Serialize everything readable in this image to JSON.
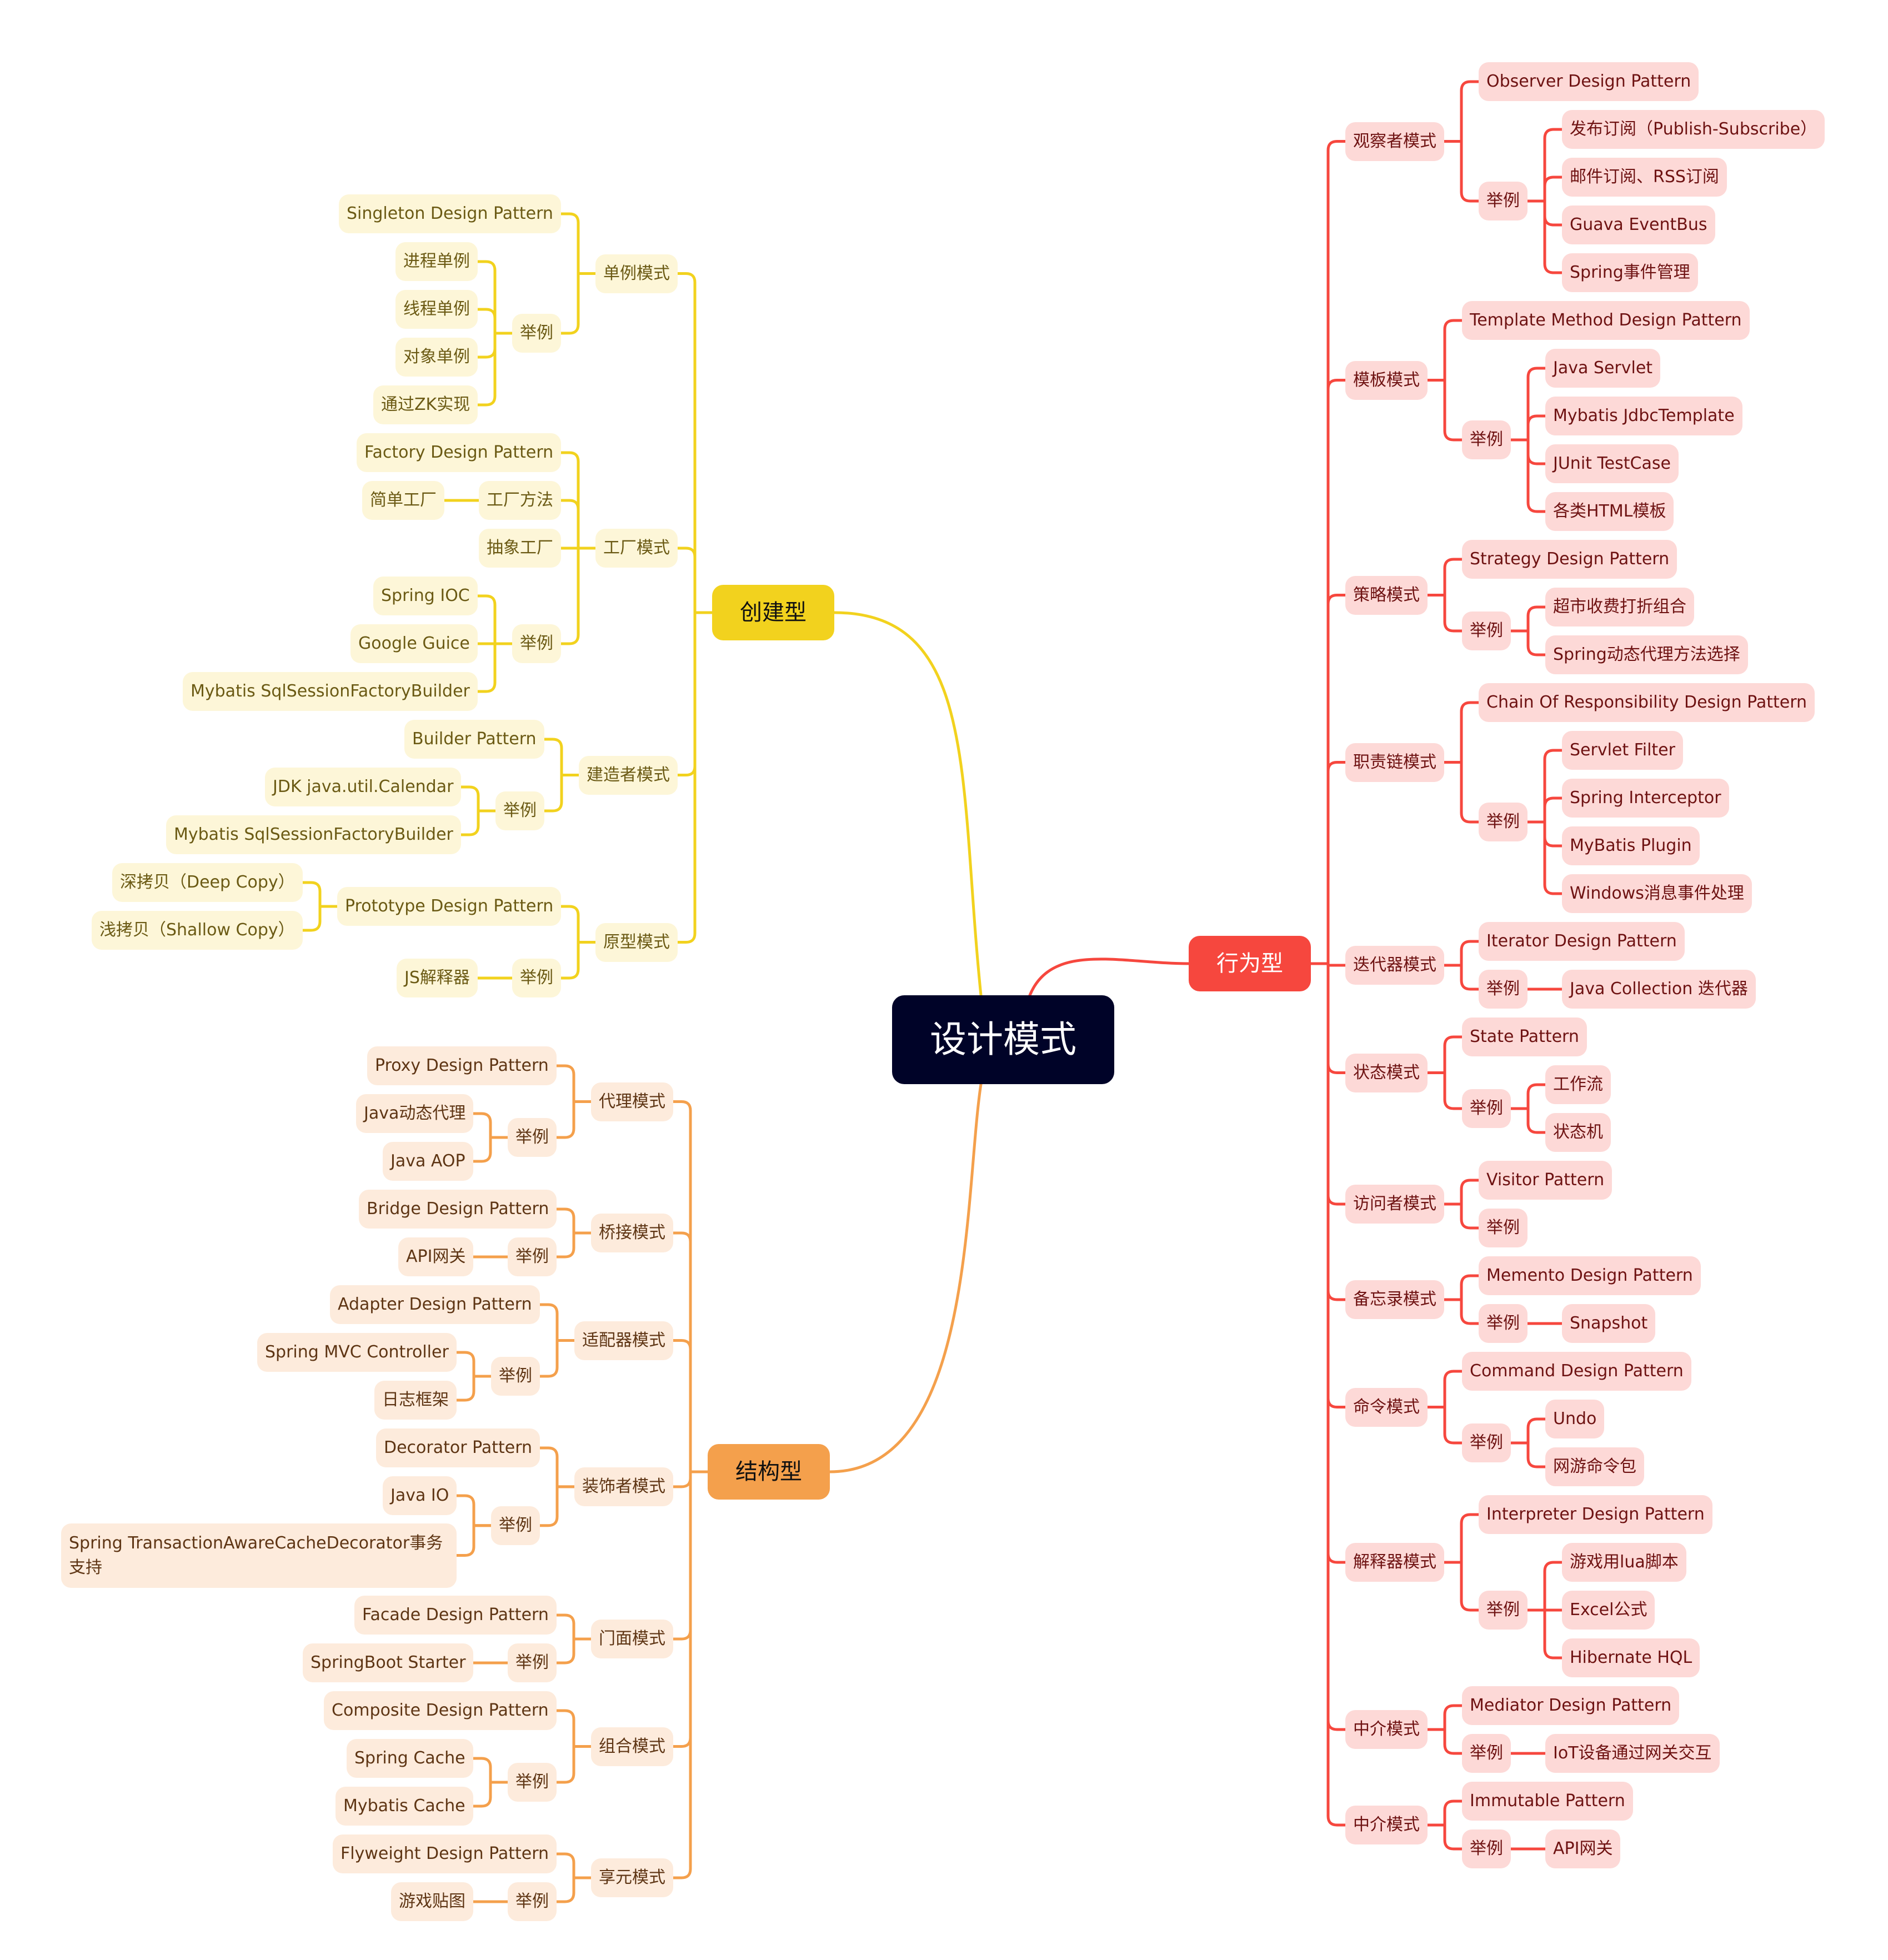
{
  "title": "设计模式",
  "theme": {
    "root_bg": "#000328",
    "creational": {
      "line": "#F2D21E",
      "cat_bg": "#F2D21E",
      "node_bg": "#FDF6D8",
      "text": "#6B5A14"
    },
    "structural": {
      "line": "#F4A04C",
      "cat_bg": "#F4A04C",
      "node_bg": "#FDEBDC",
      "text": "#5E3514"
    },
    "behavioral": {
      "line": "#F6473E",
      "cat_bg": "#F6473E",
      "node_bg": "#FDD9D7",
      "text": "#6E1212"
    }
  },
  "categories": [
    {
      "id": "creational",
      "label": "创建型",
      "side": "left",
      "children": [
        {
          "label": "单例模式",
          "children": [
            {
              "label": "Singleton Design Pattern"
            },
            {
              "label": "举例",
              "children": [
                {
                  "label": "进程单例"
                },
                {
                  "label": "线程单例"
                },
                {
                  "label": "对象单例"
                },
                {
                  "label": "通过ZK实现"
                }
              ]
            }
          ]
        },
        {
          "label": "工厂模式",
          "children": [
            {
              "label": "Factory Design Pattern"
            },
            {
              "label": "工厂方法",
              "children": [
                {
                  "label": "简单工厂"
                }
              ]
            },
            {
              "label": "抽象工厂"
            },
            {
              "label": "举例",
              "children": [
                {
                  "label": "Spring IOC"
                },
                {
                  "label": "Google Guice"
                },
                {
                  "label": "Mybatis SqlSessionFactoryBuilder"
                }
              ]
            }
          ]
        },
        {
          "label": "建造者模式",
          "children": [
            {
              "label": "Builder Pattern"
            },
            {
              "label": "举例",
              "children": [
                {
                  "label": "JDK java.util.Calendar"
                },
                {
                  "label": "Mybatis SqlSessionFactoryBuilder"
                }
              ]
            }
          ]
        },
        {
          "label": "原型模式",
          "children": [
            {
              "label": "Prototype Design Pattern",
              "children": [
                {
                  "label": "深拷贝（Deep Copy）"
                },
                {
                  "label": "浅拷贝（Shallow Copy）"
                }
              ]
            },
            {
              "label": "举例",
              "children": [
                {
                  "label": "JS解释器"
                }
              ]
            }
          ]
        }
      ]
    },
    {
      "id": "structural",
      "label": "结构型",
      "side": "left",
      "children": [
        {
          "label": "代理模式",
          "children": [
            {
              "label": "Proxy Design Pattern"
            },
            {
              "label": "举例",
              "children": [
                {
                  "label": "Java动态代理"
                },
                {
                  "label": "Java AOP"
                }
              ]
            }
          ]
        },
        {
          "label": "桥接模式",
          "children": [
            {
              "label": "Bridge Design Pattern"
            },
            {
              "label": "举例",
              "children": [
                {
                  "label": "API网关"
                }
              ]
            }
          ]
        },
        {
          "label": "适配器模式",
          "children": [
            {
              "label": "Adapter Design Pattern"
            },
            {
              "label": "举例",
              "children": [
                {
                  "label": "Spring MVC Controller"
                },
                {
                  "label": "日志框架"
                }
              ]
            }
          ]
        },
        {
          "label": "装饰者模式",
          "children": [
            {
              "label": "Decorator Pattern"
            },
            {
              "label": "举例",
              "children": [
                {
                  "label": "Java IO"
                },
                {
                  "label": "Spring TransactionAwareCacheDecorator事务支持",
                  "wrap": true
                }
              ]
            }
          ]
        },
        {
          "label": "门面模式",
          "children": [
            {
              "label": "Facade Design Pattern"
            },
            {
              "label": "举例",
              "children": [
                {
                  "label": "SpringBoot Starter"
                }
              ]
            }
          ]
        },
        {
          "label": "组合模式",
          "children": [
            {
              "label": "Composite Design Pattern"
            },
            {
              "label": "举例",
              "children": [
                {
                  "label": "Spring Cache"
                },
                {
                  "label": "Mybatis Cache"
                }
              ]
            }
          ]
        },
        {
          "label": "享元模式",
          "children": [
            {
              "label": "Flyweight Design Pattern"
            },
            {
              "label": "举例",
              "children": [
                {
                  "label": "游戏贴图"
                }
              ]
            }
          ]
        }
      ]
    },
    {
      "id": "behavioral",
      "label": "行为型",
      "side": "right",
      "children": [
        {
          "label": "观察者模式",
          "children": [
            {
              "label": "Observer Design Pattern"
            },
            {
              "label": "举例",
              "children": [
                {
                  "label": "发布订阅（Publish-Subscribe）"
                },
                {
                  "label": "邮件订阅、RSS订阅"
                },
                {
                  "label": " Guava  EventBus"
                },
                {
                  "label": "Spring事件管理"
                }
              ]
            }
          ]
        },
        {
          "label": "模板模式",
          "children": [
            {
              "label": "Template Method Design Pattern"
            },
            {
              "label": "举例",
              "children": [
                {
                  "label": "Java Servlet"
                },
                {
                  "label": "Mybatis JdbcTemplate"
                },
                {
                  "label": "JUnit TestCase"
                },
                {
                  "label": "各类HTML模板"
                }
              ]
            }
          ]
        },
        {
          "label": "策略模式",
          "children": [
            {
              "label": "Strategy Design Pattern"
            },
            {
              "label": "举例",
              "children": [
                {
                  "label": "超市收费打折组合"
                },
                {
                  "label": "Spring动态代理方法选择"
                }
              ]
            }
          ]
        },
        {
          "label": "职责链模式",
          "children": [
            {
              "label": "Chain Of Responsibility Design Pattern"
            },
            {
              "label": "举例",
              "children": [
                {
                  "label": "Servlet Filter"
                },
                {
                  "label": "Spring Interceptor"
                },
                {
                  "label": "MyBatis Plugin"
                },
                {
                  "label": "Windows消息事件处理"
                }
              ]
            }
          ]
        },
        {
          "label": "迭代器模式",
          "children": [
            {
              "label": "Iterator Design Pattern"
            },
            {
              "label": "举例",
              "children": [
                {
                  "label": "Java Collection 迭代器"
                }
              ]
            }
          ]
        },
        {
          "label": "状态模式",
          "children": [
            {
              "label": "State Pattern"
            },
            {
              "label": "举例",
              "children": [
                {
                  "label": "工作流"
                },
                {
                  "label": "状态机"
                }
              ]
            }
          ]
        },
        {
          "label": "访问者模式",
          "children": [
            {
              "label": "Visitor Pattern"
            },
            {
              "label": "举例"
            }
          ]
        },
        {
          "label": "备忘录模式",
          "children": [
            {
              "label": "Memento Design Pattern"
            },
            {
              "label": "举例",
              "children": [
                {
                  "label": "Snapshot"
                }
              ]
            }
          ]
        },
        {
          "label": "命令模式",
          "children": [
            {
              "label": "Command Design Pattern"
            },
            {
              "label": "举例",
              "children": [
                {
                  "label": "Undo"
                },
                {
                  "label": "网游命令包"
                }
              ]
            }
          ]
        },
        {
          "label": "解释器模式",
          "children": [
            {
              "label": "Interpreter Design Pattern"
            },
            {
              "label": "举例",
              "children": [
                {
                  "label": "游戏用lua脚本"
                },
                {
                  "label": "Excel公式"
                },
                {
                  "label": "Hibernate HQL"
                }
              ]
            }
          ]
        },
        {
          "label": "中介模式",
          "children": [
            {
              "label": "Mediator Design Pattern"
            },
            {
              "label": "举例",
              "children": [
                {
                  "label": "IoT设备通过网关交互"
                }
              ]
            }
          ]
        },
        {
          "label": "中介模式",
          "children": [
            {
              "label": "Immutable Pattern"
            },
            {
              "label": "举例",
              "children": [
                {
                  "label": "API网关"
                }
              ]
            }
          ]
        }
      ]
    }
  ]
}
